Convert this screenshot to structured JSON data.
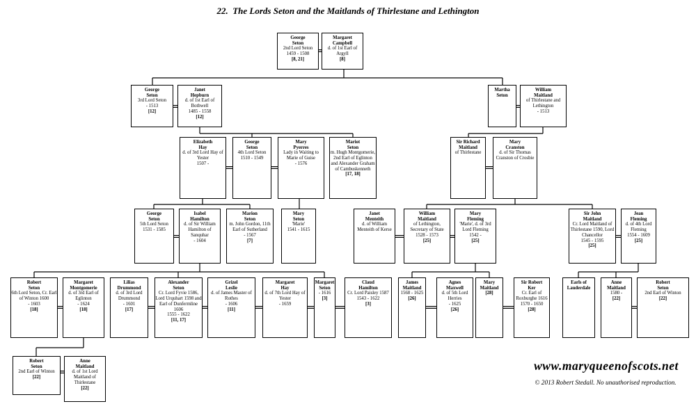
{
  "title": "22.  The Lords Seton and the Maitlands of Thirlestane and Lethington",
  "watermark": {
    "site": "www.maryqueenofscots.net",
    "copyright": "© 2013 Robert Stedall. No unauthorised reproduction."
  },
  "people": [
    {
      "id": "george2",
      "name": "George\nSeton",
      "details": "2nd Lord Seton\n1459 - 1508",
      "ref": "[8, 21]"
    },
    {
      "id": "margaretCampbell",
      "name": "Margaret\nCampbell",
      "details": "d. of 1st Earl of Argyll",
      "ref": "[8]"
    },
    {
      "id": "george3",
      "name": "George\nSeton",
      "details": "3rd Lord Seton\n- 1513",
      "ref": "[12]"
    },
    {
      "id": "janetHepburn",
      "name": "Janet\nHepburn",
      "details": "d. of 1st Earl of Bothwell\n1485 - 1558",
      "ref": "[12]"
    },
    {
      "id": "marthaSeton",
      "name": "Martha\nSeton",
      "details": "",
      "ref": ""
    },
    {
      "id": "williamMaitland1",
      "name": "William\nMaitland",
      "details": "of Thirlestane and Lethington\n- 1513",
      "ref": ""
    },
    {
      "id": "elizabethHay",
      "name": "Elizabeth\nHay",
      "details": "d. of 3rd Lord Hay of Yester\n1507 -",
      "ref": ""
    },
    {
      "id": "george4",
      "name": "George\nSeton",
      "details": "4th Lord Seton\n1510 - 1549",
      "ref": ""
    },
    {
      "id": "maryPyerres",
      "name": "Mary\nPyerres",
      "details": "Lady in Waiting to Marie of Guise\n- 1576",
      "ref": ""
    },
    {
      "id": "mariotSeton",
      "name": "Mariot\nSeton",
      "details": "m. Hugh Montgomerie, 2nd Earl of Eglinton and Alexander Graham of Cambuskenneth",
      "ref": "[17, 18]"
    },
    {
      "id": "richardMaitland",
      "name": "Sir Richard\nMaitland",
      "details": "of Thirlestane",
      "ref": ""
    },
    {
      "id": "maryCranston",
      "name": "Mary\nCranston",
      "details": "d. of Sir Thomas Cranston of Crosbie",
      "ref": ""
    },
    {
      "id": "george5",
      "name": "George\nSeton",
      "details": "5th Lord Seton\n1531 - 1585",
      "ref": ""
    },
    {
      "id": "isabelHamilton",
      "name": "Isabel\nHamilton",
      "details": "d. of Sir William Hamilton of Sanquhar\n- 1604",
      "ref": ""
    },
    {
      "id": "marionSeton",
      "name": "Marion\nSeton",
      "details": "m. John Gordon, 11th Earl of Sutherland\n- 1567",
      "ref": "[7]"
    },
    {
      "id": "marySeton",
      "name": "Mary\nSeton",
      "details": "'Marie'\n1541 - 1615",
      "ref": ""
    },
    {
      "id": "janetMenteith",
      "name": "Janet\nMenteith",
      "details": "d. of William Menteith of Kerse",
      "ref": ""
    },
    {
      "id": "williamMaitland2",
      "name": "William\nMaitland",
      "details": "of Lethington, Secretary of State\n1528 - 1573",
      "ref": "[25]"
    },
    {
      "id": "maryFleming",
      "name": "Mary\nFleming",
      "details": "'Marie', d. of 3rd Lord Fleming\n1542 -",
      "ref": "[25]"
    },
    {
      "id": "johnMaitland",
      "name": "Sir John\nMaitland",
      "details": "Cr. Lord Maitland of Thirlestane 1590, Lord Chancellor\n1545 - 1595",
      "ref": "[25]"
    },
    {
      "id": "jeanFleming",
      "name": "Jean\nFleming",
      "details": "d. of 4th Lord Fleming\n1554 - 1609",
      "ref": "[25]"
    },
    {
      "id": "robert6",
      "name": "Robert\nSeton",
      "details": "6th Lord Seton, Cr. Earl of Winton 1600\n- 1603",
      "ref": "[18]"
    },
    {
      "id": "margaretMontgomerie",
      "name": "Margaret\nMontgomerie",
      "details": "d. of 3rd Earl of Eglinton\n- 1624",
      "ref": "[18]"
    },
    {
      "id": "liliasDrummond",
      "name": "Lilias\nDrummond",
      "details": "d. of 3rd Lord Drummond\n- 1601",
      "ref": "[17]"
    },
    {
      "id": "alexanderSeton",
      "name": "Alexander\nSeton",
      "details": "Cr. Lord Fyvie 1586, Lord Urquhart 1598 and Earl of Dunfermline 1606\n1555 - 1622",
      "ref": "[11, 17]"
    },
    {
      "id": "grizelLeslie",
      "name": "Grizel\nLeslie",
      "details": "d. of James Master of Rothes\n- 1606",
      "ref": "[11]"
    },
    {
      "id": "margaretHay",
      "name": "Margaret\nHay",
      "details": "d. of 7th Lord Hay of Yester\n- 1659",
      "ref": ""
    },
    {
      "id": "margaretSeton",
      "name": "Margaret\nSeton",
      "details": "- 1616",
      "ref": "[3]"
    },
    {
      "id": "claudHamilton",
      "name": "Claud\nHamilton",
      "details": "Cr. Lord Paisley 1587\n1543 - 1622",
      "ref": "[3]"
    },
    {
      "id": "jamesMaitland",
      "name": "James\nMaitland",
      "details": "1568 - 1625",
      "ref": "[26]"
    },
    {
      "id": "agnesMaxwell",
      "name": "Agnes\nMaxwell",
      "details": "d. of 5th Lord Herries\n- 1625",
      "ref": "[26]"
    },
    {
      "id": "maryMaitland",
      "name": "Mary\nMaitland",
      "details": "",
      "ref": "[28]"
    },
    {
      "id": "robertKer",
      "name": "Sir Robert\nKer",
      "details": "Cr. Earl of Roxburghe 1616\n1570 - 1650",
      "ref": "[28]"
    },
    {
      "id": "earlsLauderdale",
      "name": "Earls of\nLauderdale",
      "details": "",
      "ref": ""
    },
    {
      "id": "anneMaitland1",
      "name": "Anne\nMaitland",
      "details": "1580 -",
      "ref": "[22]"
    },
    {
      "id": "robertSeton2w",
      "name": "Robert\nSeton",
      "details": "2nd Earl of Winton",
      "ref": "[22]"
    },
    {
      "id": "robert2winton",
      "name": "Robert\nSeton",
      "details": "2nd Earl of Winton",
      "ref": "[22]"
    },
    {
      "id": "anneMaitland2",
      "name": "Anne\nMaitland",
      "details": "d. of 1st Lord Maitland of Thirlestane",
      "ref": "[22]"
    }
  ]
}
